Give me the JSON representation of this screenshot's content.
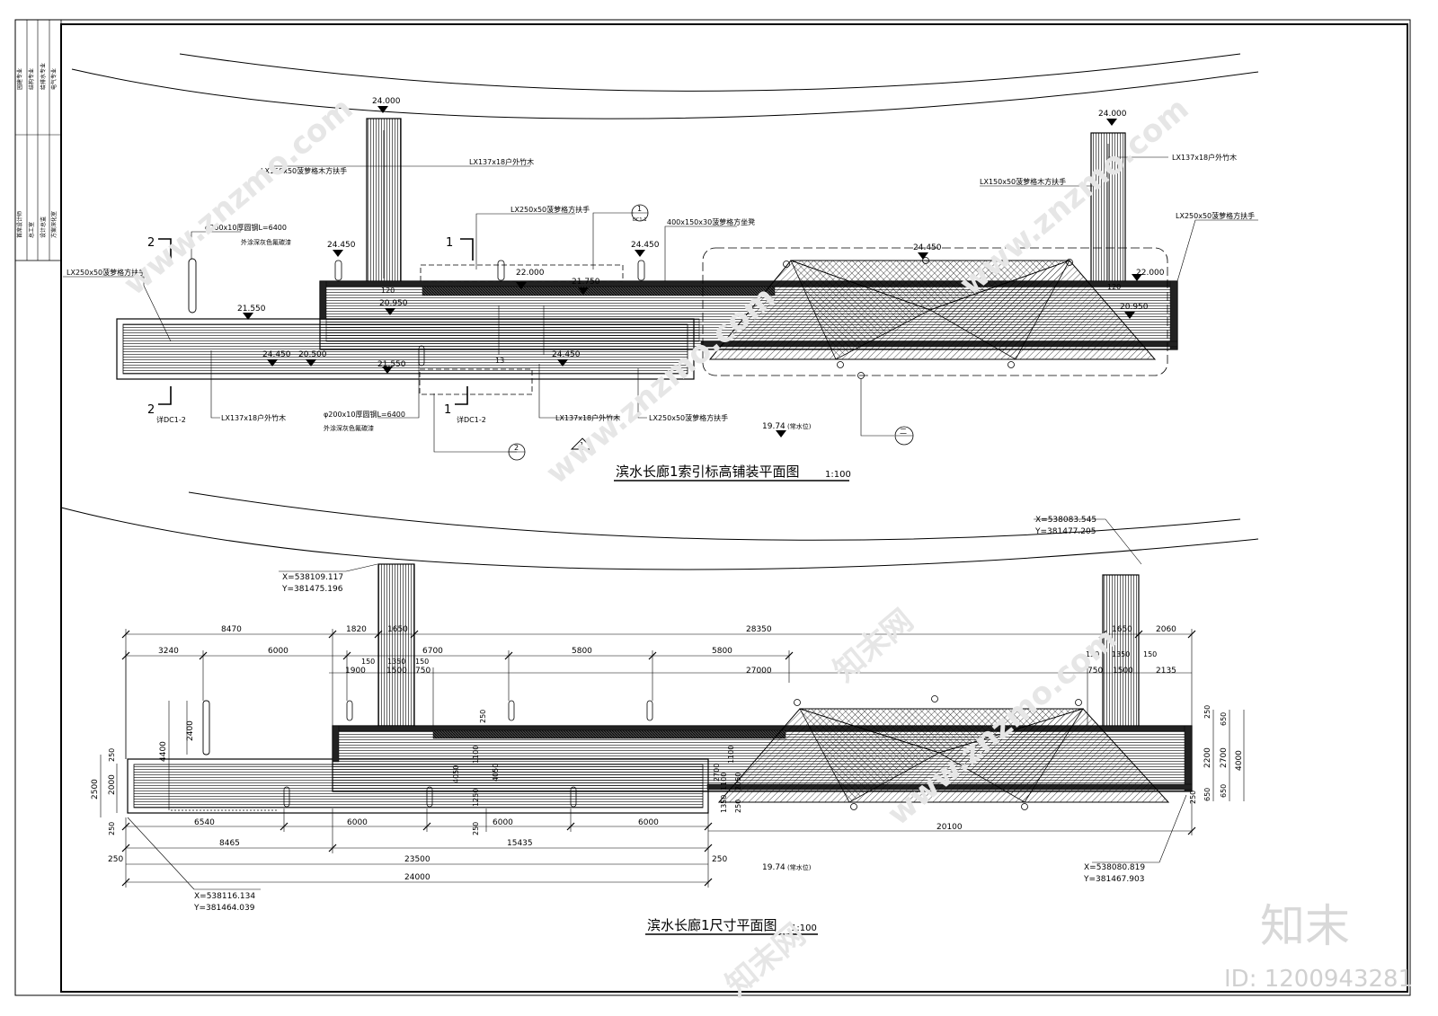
{
  "titles": {
    "plan1": "滨水长廊1索引标高铺装平面图",
    "plan1_scale": "1:100",
    "plan2": "滨水长廊1尺寸平面图",
    "plan2_scale": "1:100"
  },
  "sidebar": {
    "rows_top": [
      "园建专业",
      "结构专业",
      "给排水专业",
      "电气专业"
    ],
    "rows_bottom": [
      "首席设计师",
      "总工室",
      "设计总监",
      "方案深化室"
    ]
  },
  "plan1": {
    "elev": {
      "e24000_left": "24.000",
      "e24000_right": "24.000",
      "e24450_a": "24.450",
      "e24450_b": "24.450",
      "e24450_c": "24.450",
      "e24450_d": "24.450",
      "e24450_e": "24.450",
      "e22000_a": "22.000",
      "e22000_b": "22.000",
      "e21750": "21.750",
      "e21550_a": "21.550",
      "e21550_b": "21.550",
      "e20950_a": "20.950",
      "e20950_b": "20.950",
      "e20500": "20.500",
      "water": "19.74",
      "water_note": "(常水位)"
    },
    "notes": {
      "lx150_left": "LX150x50菠萝格木方扶手",
      "lx137_top": "LX137x18户外竹木",
      "lx250_mid": "LX250x50菠萝格方扶手",
      "seat": "400x150x30菠萝格方坐凳",
      "pipe_top": "φ200x10厚圆钢L=6400",
      "pipe_top2": "外涂深灰色氟碳漆",
      "lx250_left": "LX250x50菠萝格方扶手",
      "lx137_right": "LX137x18户外竹木",
      "lx150_right": "LX150x50菠萝格木方扶手",
      "lx250_right": "LX250x50菠萝格方扶手",
      "lx137_bot1": "LX137x18户外竹木",
      "pipe_bot": "φ200x10厚圆钢L=6400",
      "pipe_bot2": "外涂深灰色氟碳漆",
      "lx137_bot2": "LX137x18户外竹木",
      "lx250_bot": "LX250x50菠萝格方扶手"
    },
    "sections": {
      "s2_top": "2",
      "s1_top": "1",
      "s2_bot": "2",
      "s1_bot": "1",
      "ref_a": "详DC1-2",
      "ref_b": "详DC1-2",
      "c1": "1",
      "c2": "2",
      "c3": "二",
      "c4": "1",
      "cref": "DC1-1"
    },
    "dims": {
      "d120a": "120",
      "d120b": "120",
      "d13": "13"
    }
  },
  "plan2": {
    "coords": {
      "c1x": "X=538109.117",
      "c1y": "Y=381475.196",
      "c2x": "X=538083.545",
      "c2y": "Y=381477.205",
      "c3x": "X=538116.134",
      "c3y": "Y=381464.039",
      "c4x": "X=538080.819",
      "c4y": "Y=381467.903"
    },
    "row1": [
      "8470",
      "1820",
      "1650",
      "28350",
      "1650",
      "2060"
    ],
    "row2": [
      "3240",
      "6000",
      "150",
      "1350",
      "150",
      "6700",
      "5800",
      "5800",
      "150",
      "1350",
      "150"
    ],
    "row3": [
      "1900",
      "1500",
      "750",
      "27000",
      "750",
      "1500",
      "2135"
    ],
    "bottom1": [
      "6540",
      "6000",
      "250",
      "6000",
      "6000",
      "20100"
    ],
    "bottom2": [
      "8465",
      "15435"
    ],
    "bottom3": [
      "250",
      "23500",
      "250"
    ],
    "bottom4": [
      "24000"
    ],
    "left": [
      "250",
      "2500",
      "2000",
      "250",
      "4400",
      "2400"
    ],
    "right": [
      "250",
      "650",
      "650",
      "2200",
      "2700",
      "4000",
      "650",
      "250"
    ],
    "inner": [
      "250",
      "4050",
      "1100",
      "4050",
      "1250",
      "1100",
      "2700",
      "1100",
      "2050",
      "1350",
      "250"
    ],
    "water": "19.74",
    "water_note": "(常水位)"
  },
  "watermark": {
    "text": "知末",
    "id": "ID: 1200943281",
    "site": "www.znzmo.com",
    "brand": "知末网"
  }
}
